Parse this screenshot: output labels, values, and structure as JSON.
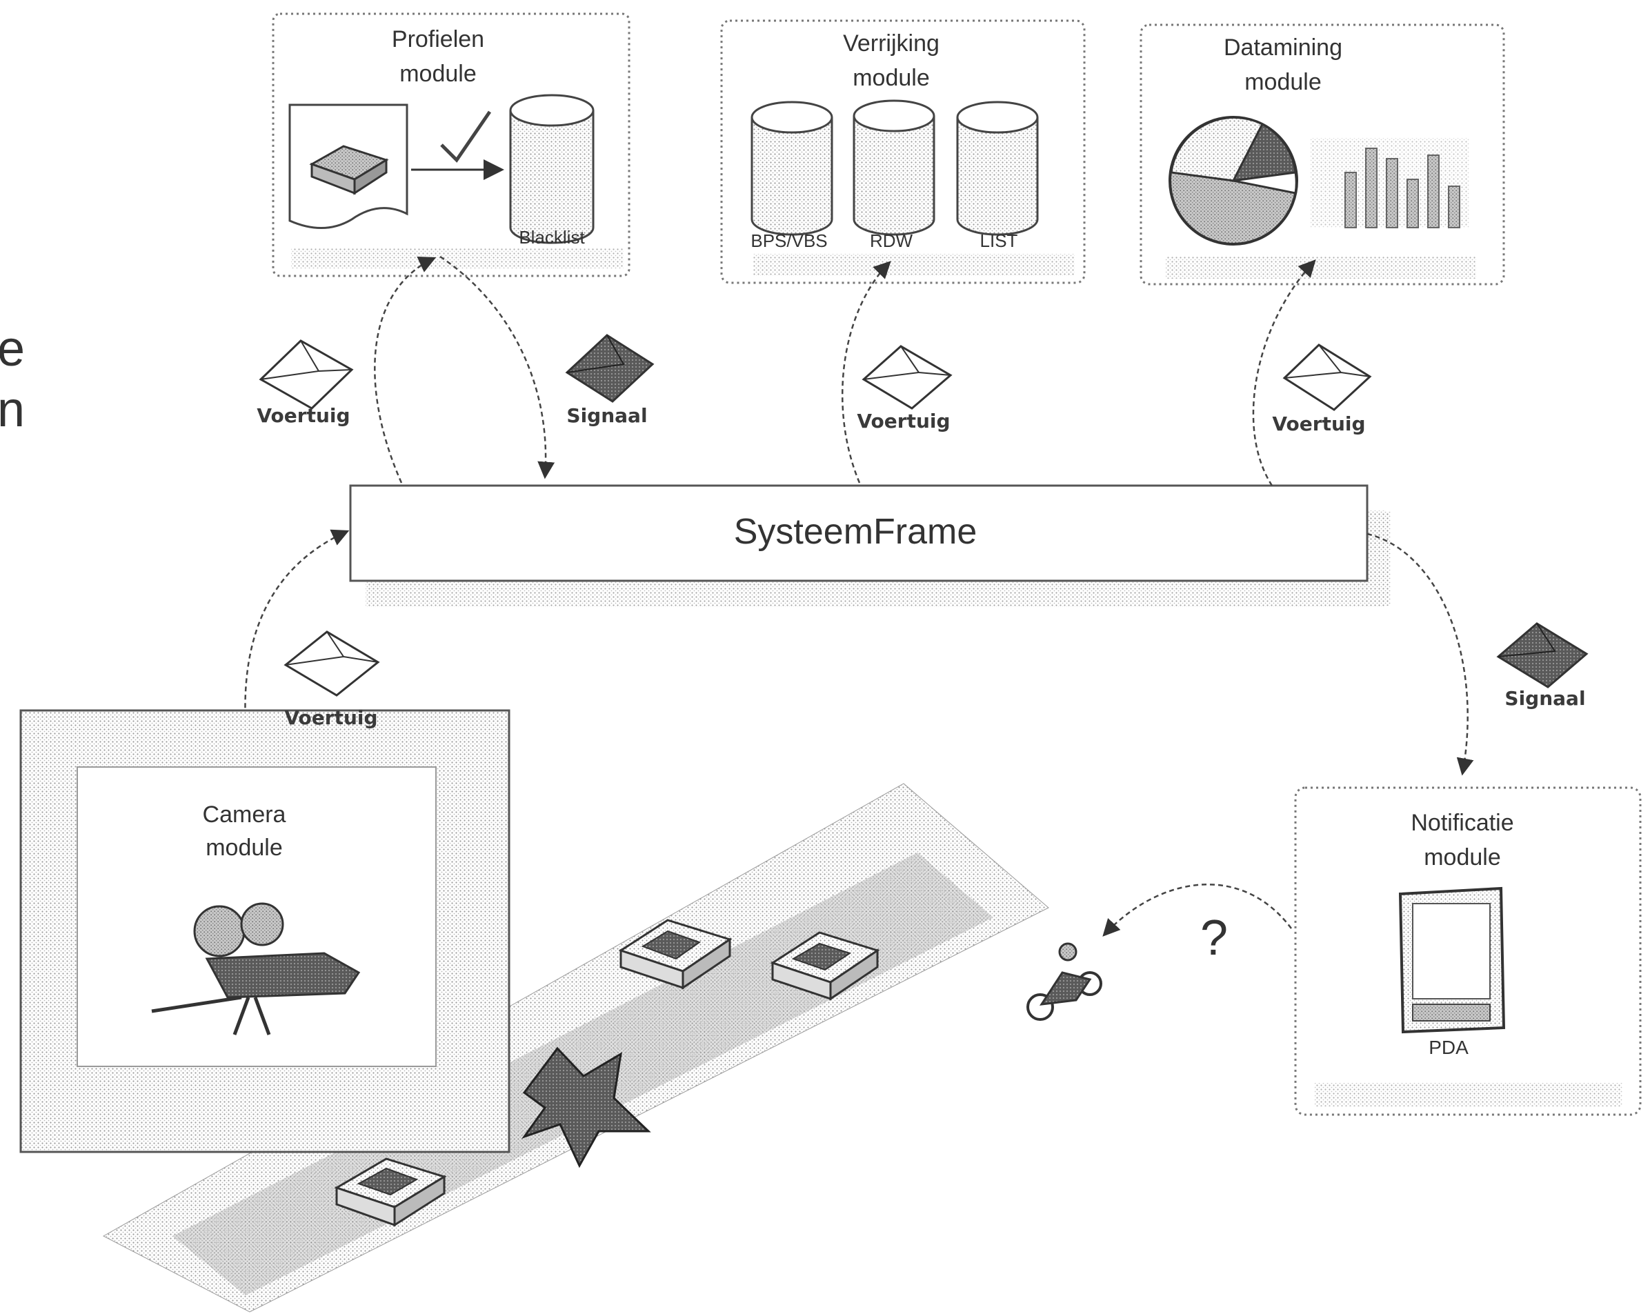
{
  "modules": {
    "profielen": {
      "title_line1": "Profielen",
      "title_line2": "module",
      "db_label": "Blacklist"
    },
    "verrijking": {
      "title_line1": "Verrijking",
      "title_line2": "module",
      "db_labels": [
        "BPS/VBS",
        "RDW",
        "LIST"
      ]
    },
    "datamining": {
      "title_line1": "Datamining",
      "title_line2": "module"
    },
    "camera": {
      "title_line1": "Camera",
      "title_line2": "module"
    },
    "notificatie": {
      "title_line1": "Notificatie",
      "title_line2": "module",
      "device_label": "PDA"
    }
  },
  "systeemframe": {
    "label": "SysteemFrame"
  },
  "messages": {
    "voertuig": "Voertuig",
    "signaal_top": "Signaal",
    "signaal_right": "Signaal"
  },
  "left_edge_fragments": [
    "e",
    "n"
  ],
  "question_mark": "?",
  "colors": {
    "stroke": "#555555",
    "light_fill": "#e9e9e9",
    "dark_fill": "#7a7a7a",
    "road": "#d6d6d6"
  },
  "icons": [
    "envelope-icon",
    "car-icon",
    "camera-icon",
    "database-icon",
    "pie-chart-icon",
    "bar-chart-icon",
    "pda-icon",
    "motorcycle-icon",
    "checkmark-icon"
  ]
}
